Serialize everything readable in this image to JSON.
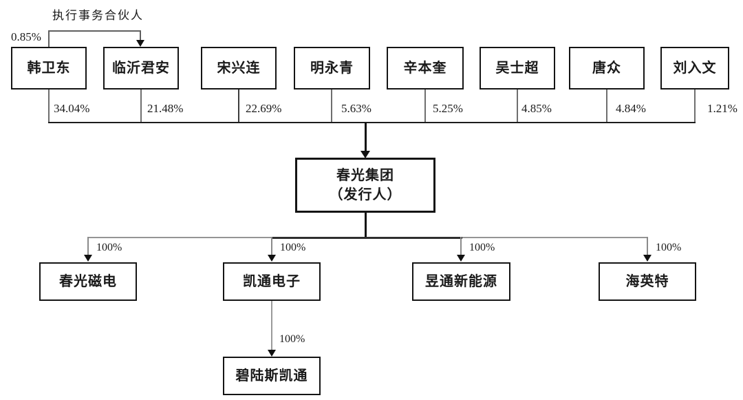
{
  "diagram": {
    "executive_partner": {
      "label": "执行事务合伙人",
      "percent": "0.85%"
    },
    "shareholders": [
      {
        "name": "韩卫东",
        "percent": "34.04%"
      },
      {
        "name": "临沂君安",
        "percent": "21.48%"
      },
      {
        "name": "宋兴连",
        "percent": "22.69%"
      },
      {
        "name": "明永青",
        "percent": "5.63%"
      },
      {
        "name": "辛本奎",
        "percent": "5.25%"
      },
      {
        "name": "吴士超",
        "percent": "4.85%"
      },
      {
        "name": "唐众",
        "percent": "4.84%"
      },
      {
        "name": "刘入文",
        "percent": "1.21%"
      }
    ],
    "issuer": {
      "name": "春光集团",
      "descriptor": "（发行人）"
    },
    "subsidiaries": [
      {
        "name": "春光磁电",
        "percent": "100%"
      },
      {
        "name": "凯通电子",
        "percent": "100%"
      },
      {
        "name": "昱通新能源",
        "percent": "100%"
      },
      {
        "name": "海英特",
        "percent": "100%"
      }
    ],
    "second_tier_subsidiary": {
      "name": "碧陆斯凯通",
      "percent": "100%"
    }
  },
  "colors": {
    "background": "#ffffff",
    "box_border": "#141414",
    "line_dark": "#1c1c1c",
    "line_gray": "#8a8a8a",
    "text": "#1a1a1a"
  }
}
